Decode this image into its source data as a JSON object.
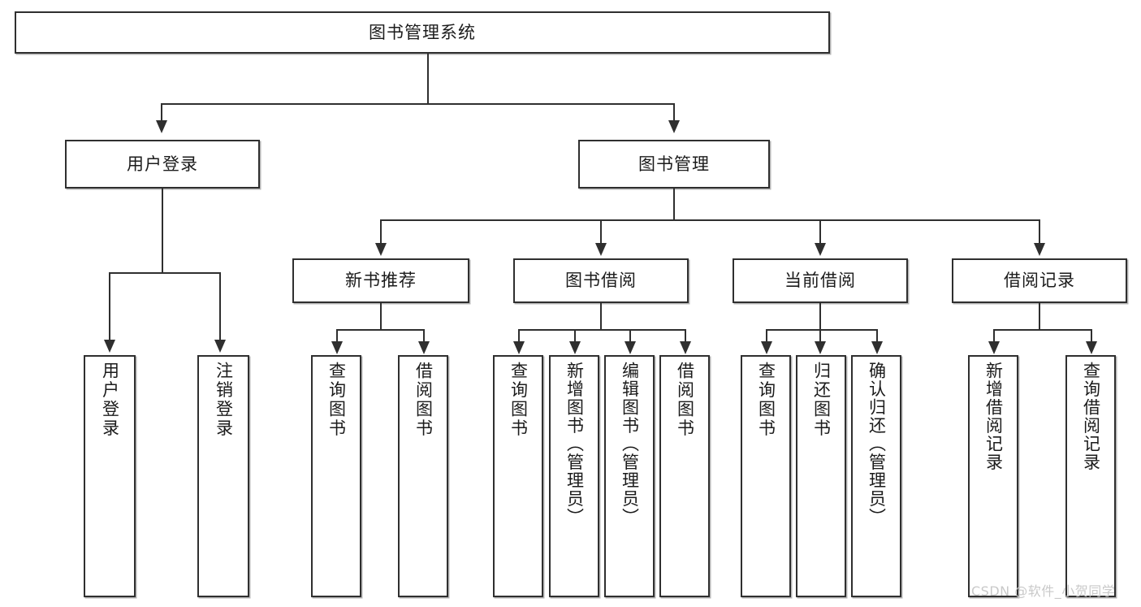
{
  "diagram": {
    "kind": "functional-structure-tree",
    "root": {
      "id": "root",
      "label": "图书管理系统"
    },
    "level2": [
      {
        "id": "user-login",
        "label": "用户登录"
      },
      {
        "id": "book-management",
        "label": "图书管理"
      }
    ],
    "level3": [
      {
        "id": "new-book-recommend",
        "label": "新书推荐"
      },
      {
        "id": "book-borrow",
        "label": "图书借阅"
      },
      {
        "id": "current-borrow",
        "label": "当前借阅"
      },
      {
        "id": "borrow-record",
        "label": "借阅记录"
      }
    ],
    "leaves": {
      "user_login": [
        {
          "id": "leaf-user-login",
          "label": "用户登录"
        },
        {
          "id": "leaf-logout",
          "label": "注销登录"
        }
      ],
      "new_book_recommend": [
        {
          "id": "leaf-query-book-1",
          "label": "查询图书"
        },
        {
          "id": "leaf-borrow-book-1",
          "label": "借阅图书"
        }
      ],
      "book_borrow": [
        {
          "id": "leaf-query-book-2",
          "label": "查询图书"
        },
        {
          "id": "leaf-add-book",
          "label": "新增图书（管理员）"
        },
        {
          "id": "leaf-edit-book",
          "label": "编辑图书（管理员）"
        },
        {
          "id": "leaf-borrow-book-2",
          "label": "借阅图书"
        }
      ],
      "current_borrow": [
        {
          "id": "leaf-query-book-3",
          "label": "查询图书"
        },
        {
          "id": "leaf-return-book",
          "label": "归还图书"
        },
        {
          "id": "leaf-confirm-return",
          "label": "确认归还（管理员）"
        }
      ],
      "borrow_record": [
        {
          "id": "leaf-add-record",
          "label": "新增借阅记录"
        },
        {
          "id": "leaf-query-record",
          "label": "查询借阅记录"
        }
      ]
    }
  },
  "watermark": {
    "text": "CSDN @软件_小贺同学"
  },
  "colors": {
    "stroke": "#2f2f2f",
    "fill": "#ffffff",
    "text": "#1b1b1b",
    "watermark": "#c9c9c9"
  }
}
